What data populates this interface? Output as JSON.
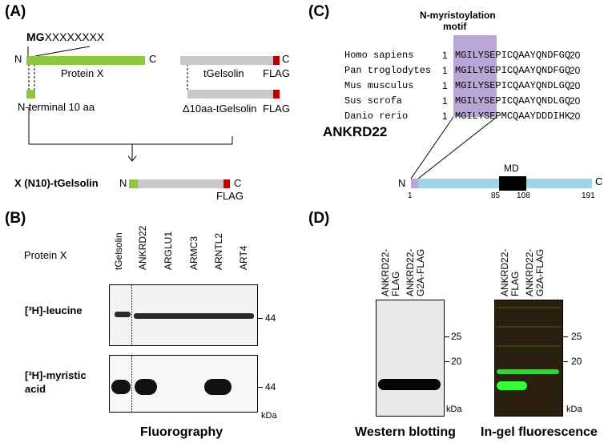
{
  "panels": {
    "A": {
      "label": "(A)",
      "motif_text": "MGXXXXXXXX",
      "motif_prefix": "MG",
      "motif_suffix": "XXXXXXXX",
      "protein_x": "Protein X",
      "n_label": "N",
      "c_label": "C",
      "n_terminal": "N-terminal 10 aa",
      "tgelsolin": "tGelsolin",
      "flag": "FLAG",
      "delta_tgelsolin": "Δ10aa-tGelsolin",
      "fusion": "X (N10)-tGelsolin",
      "colors": {
        "protein": "#8dc63f",
        "gelsolin": "#c8c8c8",
        "flag": "#c00000"
      }
    },
    "B": {
      "label": "(B)",
      "protein_x_label": "Protein X",
      "lanes": [
        "tGelsolin",
        "ANKRD22",
        "ARGLU1",
        "ARMC3",
        "ARNTL2",
        "ART4"
      ],
      "row1_label": "[³H]-leucine",
      "row2_label_line1": "[³H]-myristic",
      "row2_label_line2": "acid",
      "marker1": "44",
      "marker2": "44",
      "unit": "kDa",
      "caption": "Fluorography"
    },
    "C": {
      "label": "(C)",
      "motif_title_line1": "N-myristoylation",
      "motif_title_line2": "motif",
      "species": [
        {
          "name": "Homo sapiens",
          "start": "1",
          "motif": "MGILYS",
          "rest": "EPICQAAYQNDFGQ",
          "end": "20"
        },
        {
          "name": "Pan troglodytes",
          "start": "1",
          "motif": "MGILYS",
          "rest": "EPICQAAYQNDFGQ",
          "end": "20"
        },
        {
          "name": "Mus musculus",
          "start": "1",
          "motif": "MGILYS",
          "rest": "EPICQAAYQNDLGQ",
          "end": "20"
        },
        {
          "name": "Sus scrofa",
          "start": "1",
          "motif": "MGILYS",
          "rest": "EPICQAAYQNDLGQ",
          "end": "20"
        },
        {
          "name": "Danio rerio",
          "start": "1",
          "motif": "MGILYS",
          "rest": "EPMCQAAYDDDIHK",
          "end": "20"
        }
      ],
      "protein_name": "ANKRD22",
      "md_label": "MD",
      "n_label": "N",
      "c_label": "C",
      "positions": [
        "1",
        "85",
        "108",
        "191"
      ],
      "colors": {
        "motif": "#b9a6d6",
        "protein": "#9fd6e4",
        "md": "#000000"
      }
    },
    "D": {
      "label": "(D)",
      "wb_lanes": [
        "ANKRD22-\nFLAG",
        "ANKRD22-\nG2A-FLAG"
      ],
      "fl_lanes": [
        "ANKRD22-\nFLAG",
        "ANKRD22-\nG2A-FLAG"
      ],
      "markers_wb": [
        "25",
        "20"
      ],
      "markers_fl": [
        "25",
        "20"
      ],
      "unit_wb": "kDa",
      "unit_fl": "kDa",
      "caption_wb": "Western blotting",
      "caption_fl": "In-gel fluorescence"
    }
  }
}
